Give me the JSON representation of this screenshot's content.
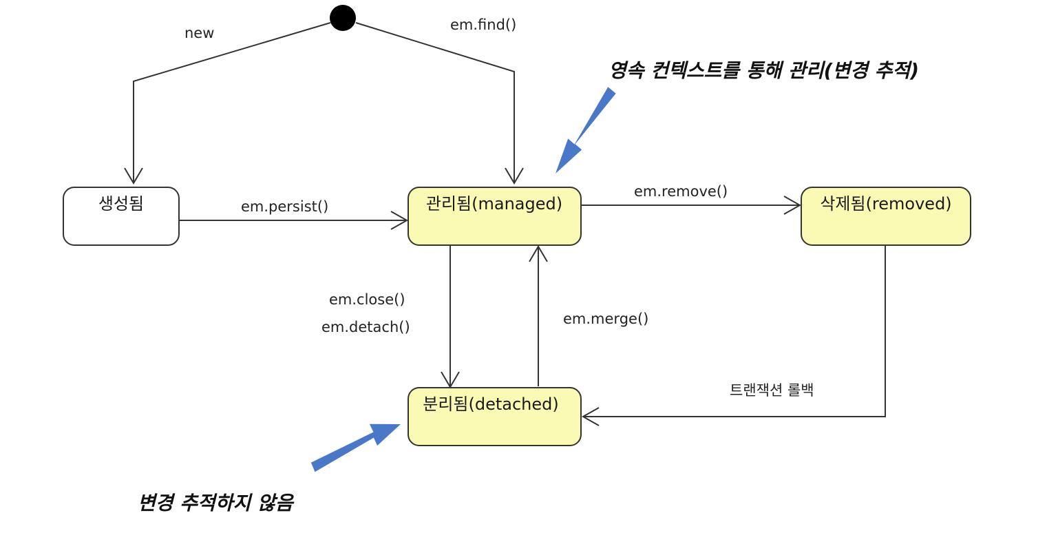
{
  "colors": {
    "active_state_fill": "#fafab4",
    "new_state_fill": "#ffffff",
    "state_stroke": "#333333",
    "edge_color": "#333333",
    "callout_arrow": "#4a78c8"
  },
  "states": {
    "new": "생성됨",
    "managed": "관리됨(managed)",
    "removed": "삭제됨(removed)",
    "detached": "분리됨(detached)"
  },
  "transitions": {
    "initial_new": "new",
    "initial_find": "em.find()",
    "persist": "em.persist()",
    "remove": "em.remove()",
    "close": "em.close()",
    "detach": "em.detach()",
    "merge": "em.merge()",
    "rollback": "트랜잭션 롤백"
  },
  "notes": {
    "managed_note": "영속 컨텍스트를 통해 관리(변경 추적)",
    "detached_note": "변경 추적하지 않음"
  },
  "icons": {
    "initial_state": "filled-circle-icon",
    "callout_arrows": "blue-arrow-icon"
  }
}
